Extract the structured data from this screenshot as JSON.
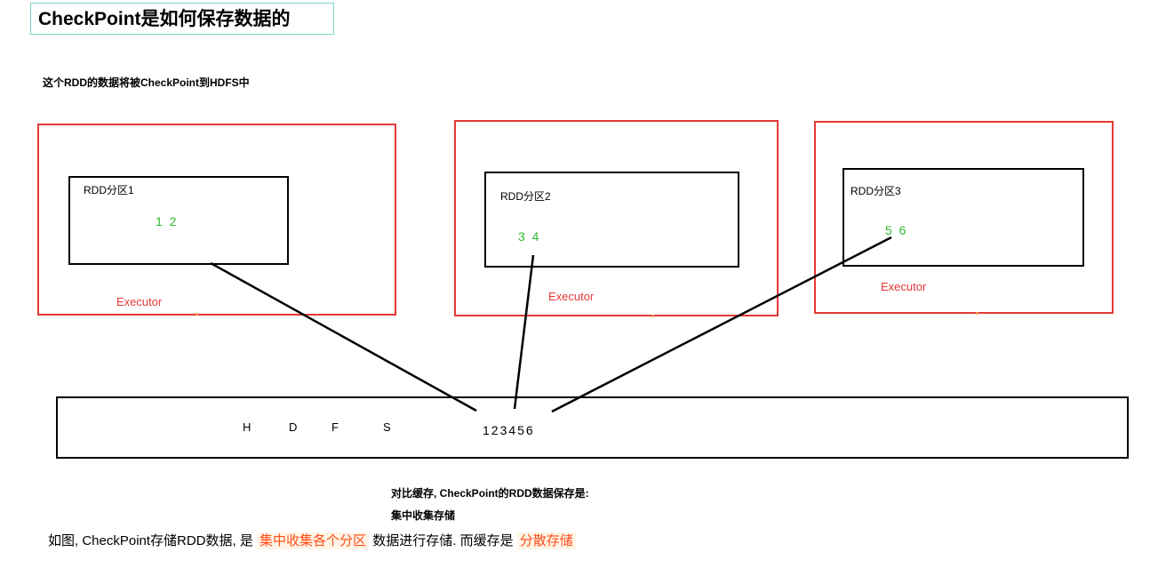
{
  "title": "CheckPoint是如何保存数据的",
  "intro": "这个RDD的数据将被CheckPoint到HDFS中",
  "executors": [
    {
      "label": "Executor",
      "partition_label": "RDD分区1",
      "data": "1 2"
    },
    {
      "label": "Executor",
      "partition_label": "RDD分区2",
      "data": "3 4"
    },
    {
      "label": "Executor",
      "partition_label": "RDD分区3",
      "data": "5 6"
    }
  ],
  "hdfs": {
    "letters": [
      "H",
      "D",
      "F",
      "S"
    ],
    "data": "123456"
  },
  "notes": {
    "line1": "对比缓存, CheckPoint的RDD数据保存是:",
    "line2": "集中收集存储"
  },
  "summary": {
    "prefix": "如图, CheckPoint存储RDD数据, 是 ",
    "highlight1": "集中收集各个分区",
    "middle": " 数据进行存储. 而缓存是 ",
    "highlight2": "分散存储"
  },
  "colors": {
    "executor_border": "#e53935",
    "data_green": "#2eb82e",
    "highlight_text": "#ff4d1a",
    "title_border": "#7fd3cc"
  }
}
